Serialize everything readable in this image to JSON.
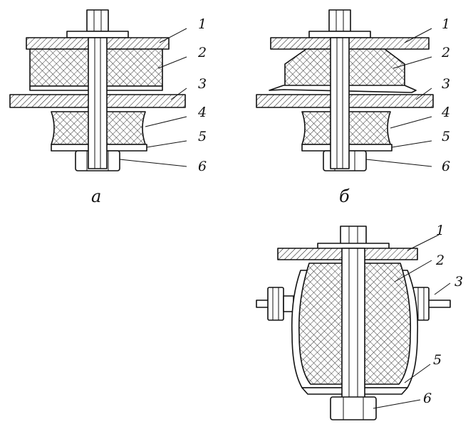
{
  "figure": {
    "panel_a": {
      "caption": "а",
      "labels": [
        "1",
        "2",
        "3",
        "4",
        "5",
        "6"
      ]
    },
    "panel_b": {
      "caption": "б",
      "labels": [
        "1",
        "2",
        "3",
        "4",
        "5",
        "6"
      ]
    },
    "panel_c": {
      "labels": [
        "1",
        "2",
        "3",
        "5",
        "6"
      ]
    }
  }
}
